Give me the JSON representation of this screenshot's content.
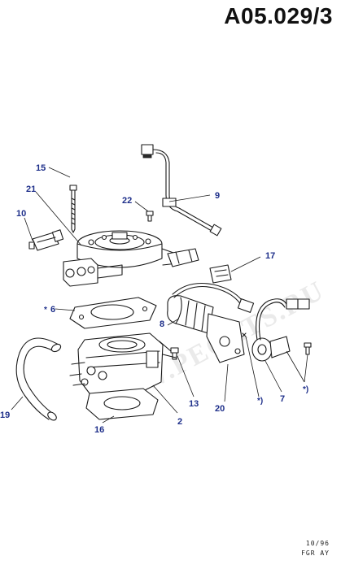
{
  "header": {
    "reference_code": "A05.029/3"
  },
  "footer": {
    "date": "10/96",
    "code": "FGR AY"
  },
  "watermark": {
    "text": "WWW.PECATS.RU"
  },
  "callouts": [
    {
      "id": "15",
      "label": "15"
    },
    {
      "id": "21",
      "label": "21"
    },
    {
      "id": "22",
      "label": "22"
    },
    {
      "id": "9",
      "label": "9"
    },
    {
      "id": "10",
      "label": "10"
    },
    {
      "id": "17",
      "label": "17"
    },
    {
      "id": "6",
      "label": "6"
    },
    {
      "id": "8",
      "label": "8"
    },
    {
      "id": "19",
      "label": "19"
    },
    {
      "id": "13",
      "label": "13"
    },
    {
      "id": "2",
      "label": "2"
    },
    {
      "id": "20",
      "label": "20"
    },
    {
      "id": "7",
      "label": "7"
    },
    {
      "id": "16",
      "label": "16"
    }
  ],
  "notes": {
    "star_prefix": "*",
    "star_a": "*)",
    "star_b": "*)"
  },
  "colors": {
    "callout": "#1e2f8a",
    "line": "#1a1a1a",
    "watermark": "#d9d9d9"
  }
}
